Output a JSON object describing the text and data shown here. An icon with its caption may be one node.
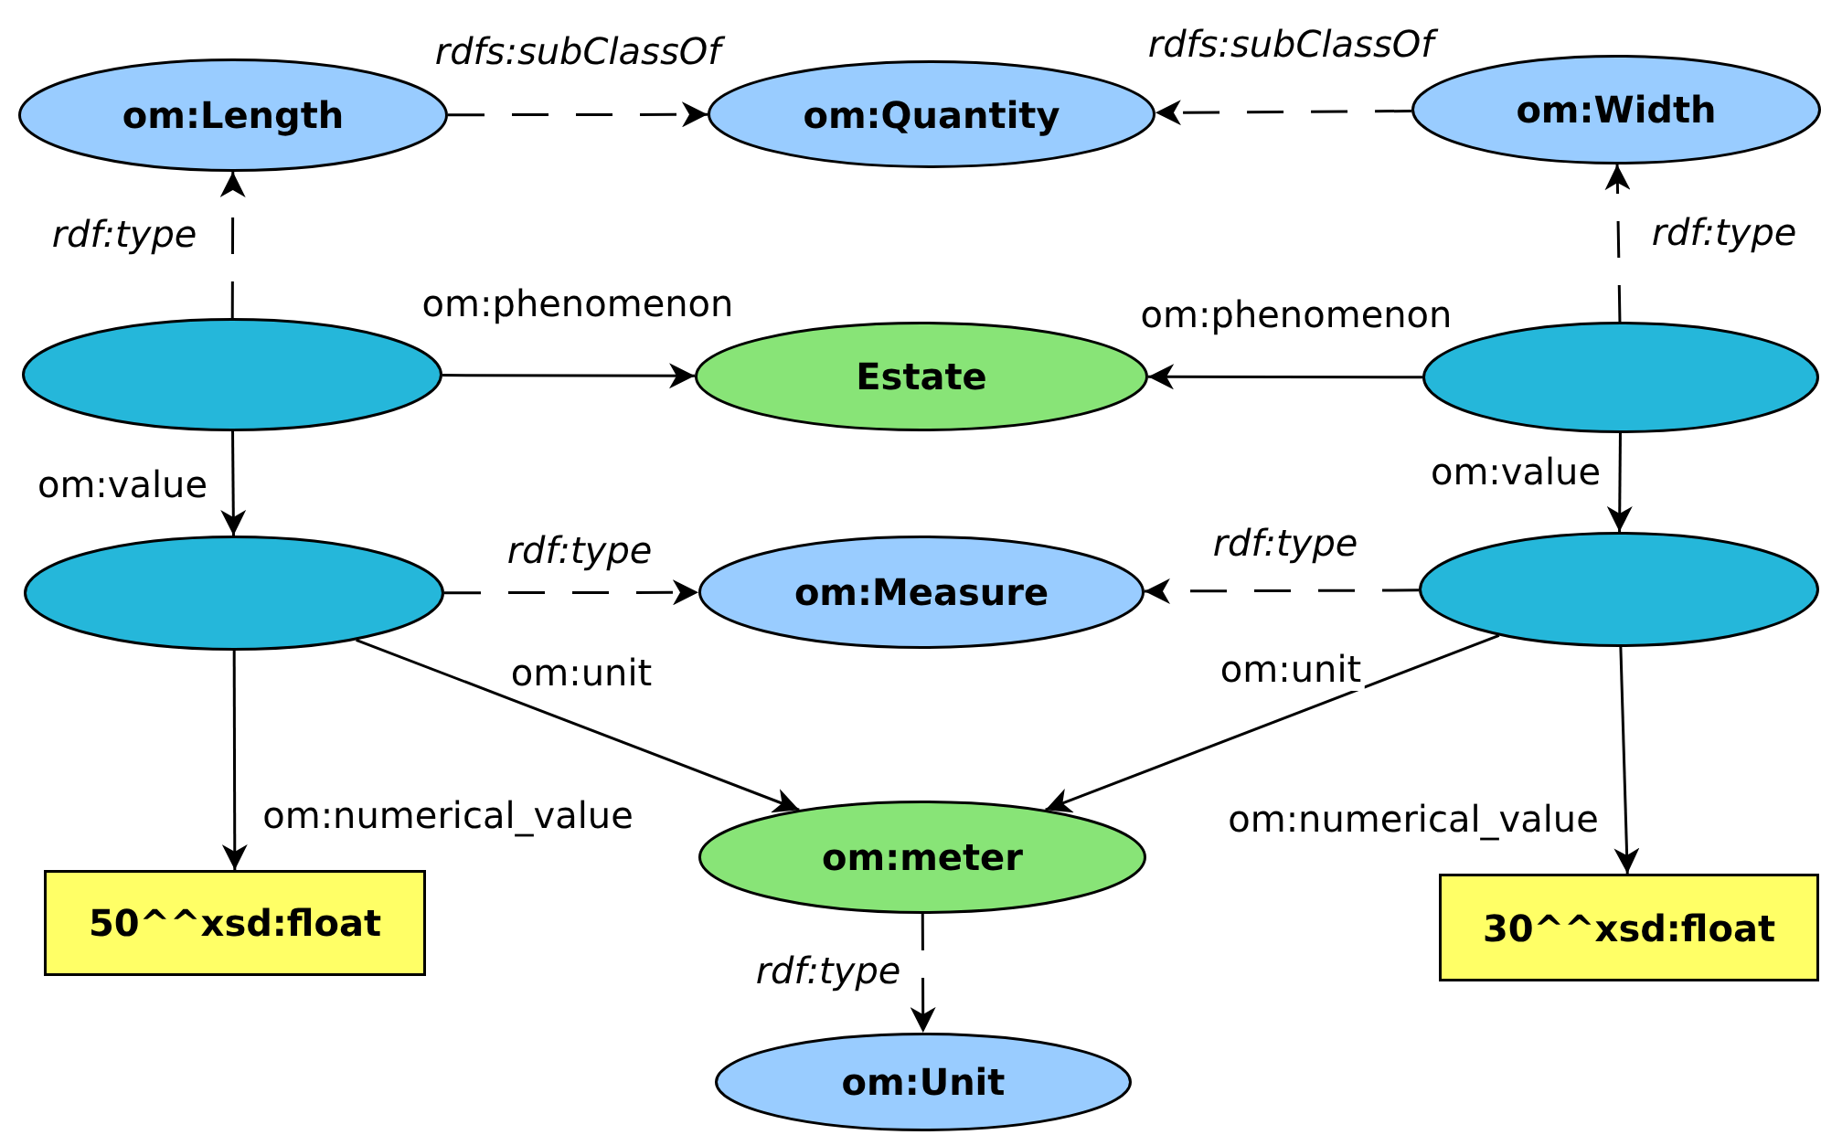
{
  "diagram": {
    "nodes": [
      {
        "text": [
          "om:Length"
        ]
      },
      {
        "text": [
          "om:Quantity"
        ]
      },
      {
        "text": [
          "om:Width"
        ]
      },
      {
        "text": [],
        "shape": "ellipse"
      },
      {
        "text": [
          "Estate"
        ]
      },
      {
        "text": [],
        "shape": "ellipse"
      },
      {
        "text": [],
        "shape": "ellipse"
      },
      {
        "text": [
          "om:Measure"
        ]
      },
      {
        "text": [],
        "shape": "ellipse"
      },
      {
        "text": [
          "50^^xsd:float"
        ]
      },
      {
        "text": [
          "om:meter"
        ]
      },
      {
        "text": [
          "30^^xsd:float"
        ]
      },
      {
        "text": [
          "om:Unit"
        ]
      }
    ],
    "edges": [
      {
        "from": 0,
        "to": 1,
        "arrow": "to",
        "label": "rdfs:subClassOf",
        "style": "dashed"
      },
      {
        "from": 2,
        "to": 1,
        "arrow": "to",
        "label": "rdfs:subClassOf",
        "style": "dashed"
      },
      {
        "from": 3,
        "to": 0,
        "arrow": "to",
        "label": "rdf:type",
        "style": "dashed"
      },
      {
        "from": 5,
        "to": 2,
        "arrow": "to",
        "label": "rdf:type",
        "style": "dashed"
      },
      {
        "from": 3,
        "to": 4,
        "arrow": "to",
        "label": "om:phenomenon"
      },
      {
        "from": 5,
        "to": 4,
        "arrow": "to",
        "label": "om:phenomenon"
      },
      {
        "from": 3,
        "to": 6,
        "arrow": "to",
        "label": "om:value"
      },
      {
        "from": 5,
        "to": 8,
        "arrow": "to",
        "label": "om:value"
      },
      {
        "from": 6,
        "to": 7,
        "arrow": "to",
        "label": "rdf:type",
        "style": "dashed"
      },
      {
        "from": 8,
        "to": 7,
        "arrow": "to",
        "label": "rdf:type",
        "style": "dashed"
      },
      {
        "from": 6,
        "to": 10,
        "arrow": "to",
        "label": "om:unit"
      },
      {
        "from": 8,
        "to": 10,
        "arrow": "to",
        "label": "om:unit"
      },
      {
        "from": 6,
        "to": 9,
        "arrow": "to",
        "label": "om:numerical_value"
      },
      {
        "from": 8,
        "to": 11,
        "arrow": "to",
        "label": "om:numerical_value"
      },
      {
        "from": 10,
        "to": 12,
        "arrow": "to",
        "label": "rdf:type",
        "style": "dashed"
      }
    ]
  }
}
